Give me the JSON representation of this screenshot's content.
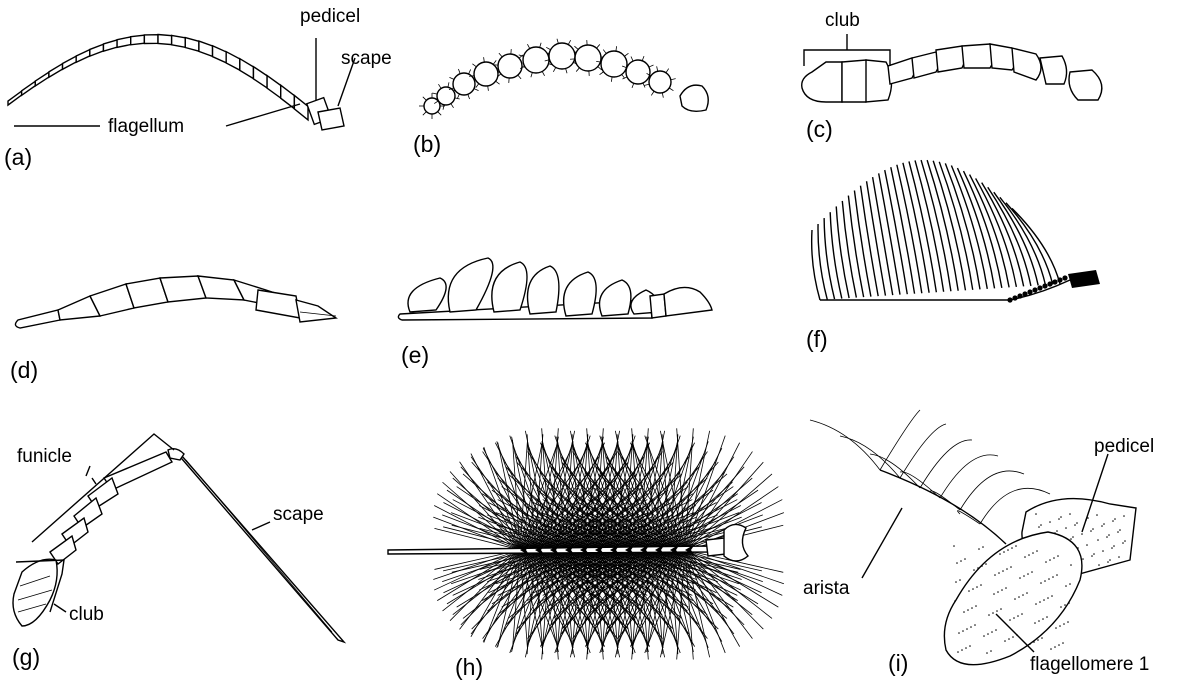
{
  "panels": [
    {
      "id": "a",
      "label": "(a)",
      "callouts": {
        "pedicel": "pedicel",
        "scape": "scape",
        "flagellum": "flagellum"
      }
    },
    {
      "id": "b",
      "label": "(b)"
    },
    {
      "id": "c",
      "label": "(c)",
      "callouts": {
        "club": "club"
      }
    },
    {
      "id": "d",
      "label": "(d)"
    },
    {
      "id": "e",
      "label": "(e)"
    },
    {
      "id": "f",
      "label": "(f)"
    },
    {
      "id": "g",
      "label": "(g)",
      "callouts": {
        "funicle": "funicle",
        "scape": "scape",
        "club": "club"
      }
    },
    {
      "id": "h",
      "label": "(h)"
    },
    {
      "id": "i",
      "label": "(i)",
      "callouts": {
        "pedicel": "pedicel",
        "arista": "arista",
        "flagellomere": "flagellomere 1"
      }
    }
  ]
}
